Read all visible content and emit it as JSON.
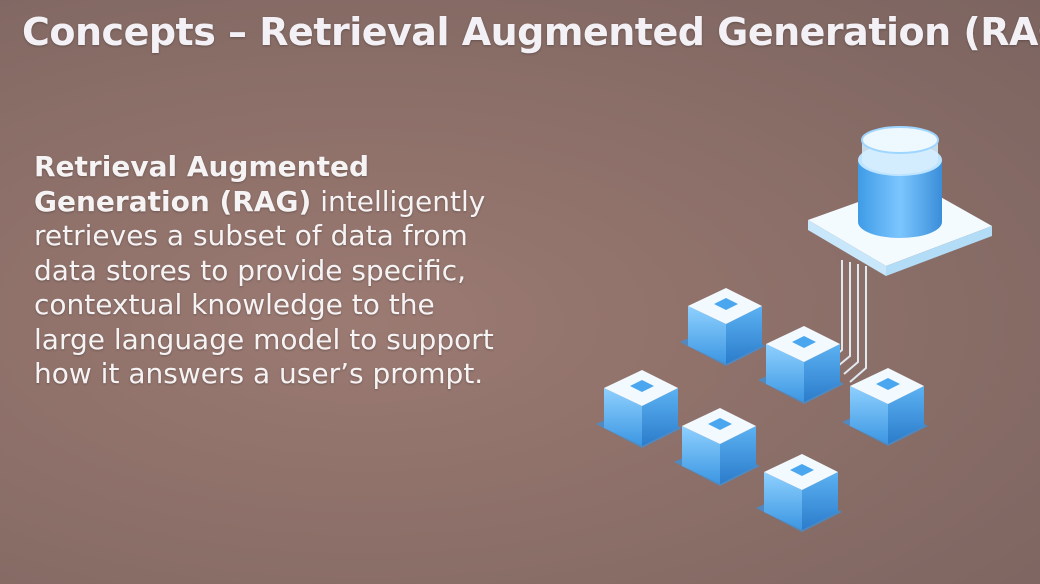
{
  "slide": {
    "title": "Concepts – Retrieval Augmented Generation (RAG)",
    "body_bold": "Retrieval Augmented Generation (RAG)",
    "body_rest": " intelligently retrieves a subset of data from data stores to provide specific, contextual knowledge to the large language model to support how it answers a user’s prompt."
  },
  "illustration": {
    "icon": "database-with-compute-nodes-icon",
    "colors": {
      "accent": "#5ab4f0",
      "light": "#cfeaff",
      "glow": "#e8f6ff"
    }
  }
}
